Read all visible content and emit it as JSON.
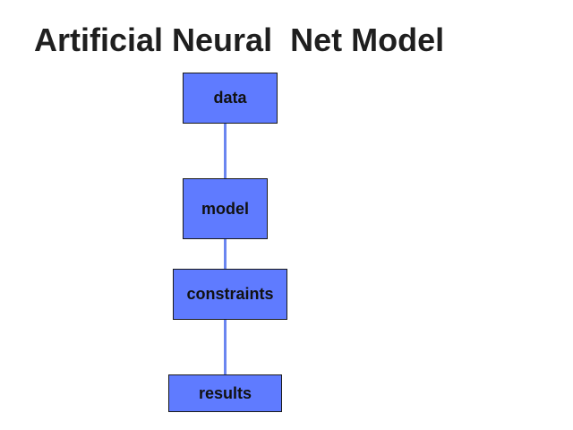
{
  "title": "Artificial Neural  Net Model",
  "nodes": {
    "data": "data",
    "model": "model",
    "constraints": "constraints",
    "results": "results"
  },
  "colors": {
    "node_fill": "#5f7bff",
    "node_border": "#1a1a1a",
    "connector": "#6b86f0",
    "title_text": "#1f1f1f"
  }
}
